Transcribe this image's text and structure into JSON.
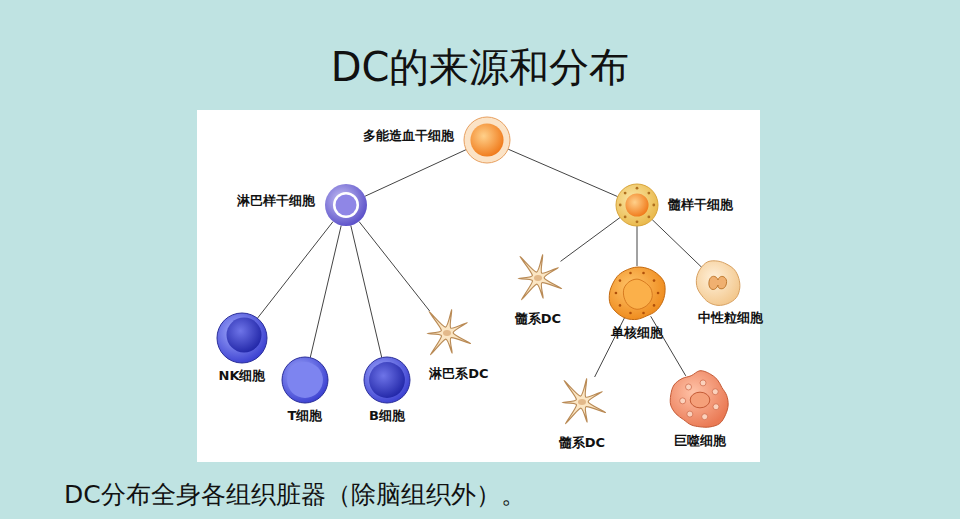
{
  "diagram": {
    "title": "DC的来源和分布",
    "caption": "DC分布全身各组织脏器（除脑组织外）。",
    "nodes": [
      {
        "text": [
          "多能造血干细胞"
        ]
      },
      {
        "text": [
          "淋巴样干细胞"
        ]
      },
      {
        "text": [
          "髓样干细胞"
        ]
      },
      {
        "text": [
          "NK细胞"
        ]
      },
      {
        "text": [
          "T细胞"
        ]
      },
      {
        "text": [
          "B细胞"
        ]
      },
      {
        "text": [
          "淋巴系DC"
        ]
      },
      {
        "text": [
          "髓系DC"
        ]
      },
      {
        "text": [
          "单核细胞"
        ]
      },
      {
        "text": [
          "中性粒细胞"
        ]
      },
      {
        "text": [
          "髓系DC"
        ]
      },
      {
        "text": [
          "巨噬细胞"
        ]
      }
    ],
    "edges": [
      {
        "from": 0,
        "to": 1,
        "arrow": "none"
      },
      {
        "from": 0,
        "to": 2,
        "arrow": "none"
      },
      {
        "from": 1,
        "to": 3,
        "arrow": "none"
      },
      {
        "from": 1,
        "to": 4,
        "arrow": "none"
      },
      {
        "from": 1,
        "to": 5,
        "arrow": "none"
      },
      {
        "from": 1,
        "to": 6,
        "arrow": "none"
      },
      {
        "from": 2,
        "to": 7,
        "arrow": "none"
      },
      {
        "from": 2,
        "to": 8,
        "arrow": "none"
      },
      {
        "from": 2,
        "to": 9,
        "arrow": "none"
      },
      {
        "from": 8,
        "to": 10,
        "arrow": "none"
      },
      {
        "from": 8,
        "to": 11,
        "arrow": "none"
      }
    ]
  }
}
